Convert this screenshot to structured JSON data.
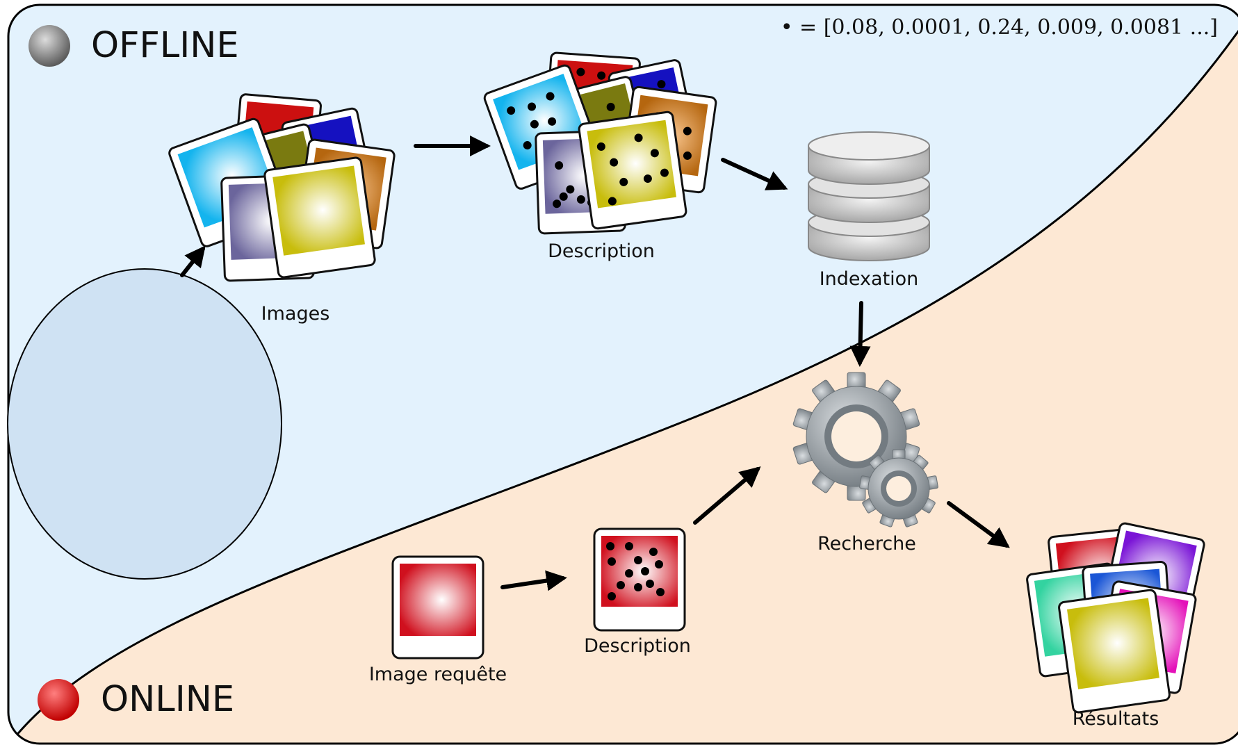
{
  "sections": {
    "offline": {
      "label": "OFFLINE",
      "bullet_color": "#808080",
      "bg_color": "#e3f2fd"
    },
    "online": {
      "label": "ONLINE",
      "bullet_color": "#e3000f",
      "bg_color": "#fde8d4"
    }
  },
  "feature_vector": "• = [0.08, 0.0001, 0.24, 0.009, 0.0081 ...]",
  "offline_nodes": {
    "images": {
      "label": "Images",
      "icon": "photo-stack-icon"
    },
    "description": {
      "label": "Description",
      "icon": "described-photo-stack-icon"
    },
    "indexation": {
      "label": "Indexation",
      "icon": "database-icon"
    }
  },
  "search_node": {
    "label": "Recherche",
    "icon": "gears-icon"
  },
  "online_nodes": {
    "query_image": {
      "label": "Image requête",
      "icon": "query-photo-icon"
    },
    "description": {
      "label": "Description",
      "icon": "described-query-photo-icon"
    },
    "results": {
      "label": "Résultats",
      "icon": "result-photo-stack-icon"
    }
  }
}
